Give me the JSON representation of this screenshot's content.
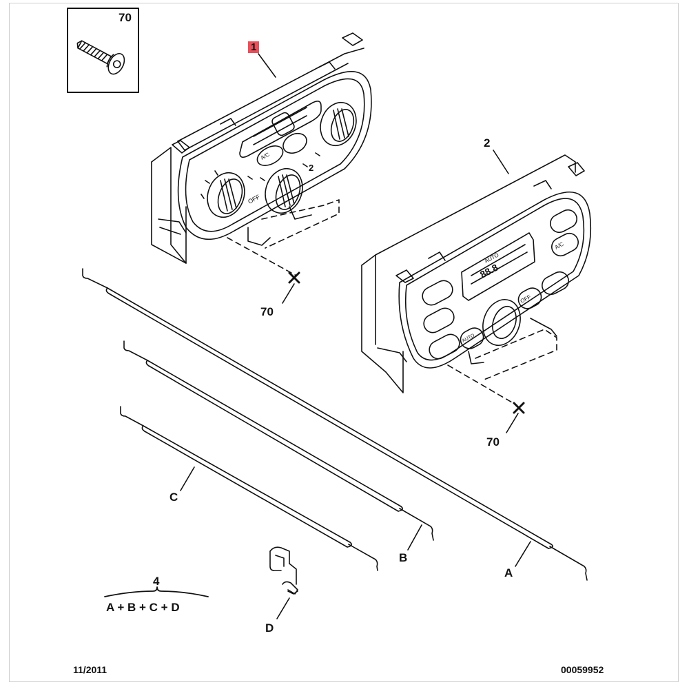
{
  "screw_box": {
    "ref": "70"
  },
  "parts": {
    "manual_panel": {
      "ref": "1"
    },
    "auto_panel": {
      "ref": "2"
    },
    "fastener_ref_a": "70",
    "fastener_ref_b": "70",
    "cable_a": "A",
    "cable_b": "B",
    "cable_c": "C",
    "clip_d": "D"
  },
  "kit": {
    "ref": "4",
    "contents": "A + B + C + D"
  },
  "manual_panel_text": {
    "off": "OFF",
    "fan_max": "2",
    "ac": "A/C"
  },
  "auto_panel_text": {
    "display": "88.8",
    "auto_top": "AUTO",
    "ac": "A/C",
    "off": "OFF",
    "auto_btn": "AUTO"
  },
  "footer": {
    "date": "11/2011",
    "code": "00059952"
  },
  "colors": {
    "line": "#111111",
    "highlight": "#e8505b",
    "frame": "#cfcfcf"
  }
}
